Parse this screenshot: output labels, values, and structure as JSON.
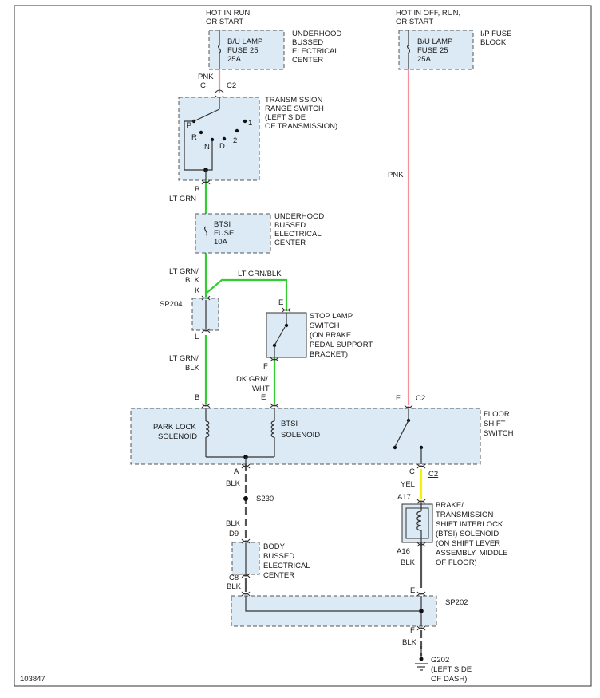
{
  "colors": {
    "pnk": "#f2909b",
    "ltgrn": "#33cc33",
    "yel": "#f2f20a",
    "blk": "#555555",
    "box_fill": "#dbeaf5"
  },
  "left_feed": {
    "hot_label": [
      "HOT IN RUN,",
      "OR START"
    ],
    "fuse_label": [
      "B/U LAMP",
      "FUSE 25",
      "25A"
    ],
    "block_label": [
      "UNDERHOOD",
      "BUSSED",
      "ELECTRICAL",
      "CENTER"
    ],
    "wire_color": "PNK",
    "pin": "C",
    "conn": "C2"
  },
  "right_feed": {
    "hot_label": [
      "HOT IN OFF, RUN,",
      "OR START"
    ],
    "fuse_label": [
      "B/U LAMP",
      "FUSE 25",
      "25A"
    ],
    "block_label": [
      "I/P FUSE",
      "BLOCK"
    ],
    "wire_color": "PNK"
  },
  "trs": {
    "label": [
      "TRANSMISSION",
      "RANGE SWITCH",
      "(LEFT SIDE",
      "OF TRANSMISSION)"
    ],
    "positions": [
      "P",
      "R",
      "N",
      "D",
      "2",
      "1"
    ],
    "pin": "B",
    "wire_color": "LT GRN"
  },
  "btsi_fuse": {
    "fuse_label": [
      "BTSI",
      "FUSE",
      "10A"
    ],
    "block_label": [
      "UNDERHOOD",
      "BUSSED",
      "ELECTRICAL",
      "CENTER"
    ]
  },
  "splice": {
    "name": "SP204",
    "wire_top": [
      "LT GRN/",
      "BLK"
    ],
    "pin_k": "K",
    "pin_l": "L",
    "wire_bottom": [
      "LT GRN/",
      "BLK"
    ],
    "branch_wire": "LT GRN/BLK"
  },
  "stop_lamp": {
    "label": [
      "STOP LAMP",
      "SWITCH",
      "(ON BRAKE",
      "PEDAL SUPPORT",
      "BRACKET)"
    ],
    "pin_e": "E",
    "pin_f": "F",
    "wire_color": [
      "DK GRN/",
      "WHT"
    ]
  },
  "floor_shift": {
    "label": [
      "FLOOR",
      "SHIFT",
      "SWITCH"
    ],
    "pins_top": {
      "b": "B",
      "e": "E",
      "f": "F",
      "c2": "C2"
    },
    "park_lock": [
      "PARK LOCK",
      "SOLENOID"
    ],
    "btsi_solenoid": [
      "BTSI",
      "SOLENOID"
    ],
    "pin_a": "A",
    "pin_c": "C",
    "conn_c2": "C2"
  },
  "ground_path": {
    "blk1": "BLK",
    "splice": "S230",
    "blk2": "BLK",
    "pin_d9": "D9",
    "body_label": [
      "BODY",
      "BUSSED",
      "ELECTRICAL",
      "CENTER"
    ],
    "pin_c8": "C8",
    "blk3": "BLK"
  },
  "interlock": {
    "wire_color": "YEL",
    "pin_top": "A17",
    "label": [
      "BRAKE/",
      "TRANSMISSION",
      "SHIFT INTERLOCK",
      "(BTSI) SOLENOID",
      "(ON SHIFT LEVER",
      "ASSEMBLY, MIDDLE",
      "OF FLOOR)"
    ],
    "pin_bottom": "A16",
    "wire_bottom": "BLK"
  },
  "sp202": {
    "name": "SP202",
    "pin_e": "E",
    "pin_f": "F",
    "wire": "BLK"
  },
  "ground": {
    "name": "G202",
    "location": [
      "(LEFT SIDE",
      "OF DASH)"
    ]
  },
  "figure_id": "103847"
}
